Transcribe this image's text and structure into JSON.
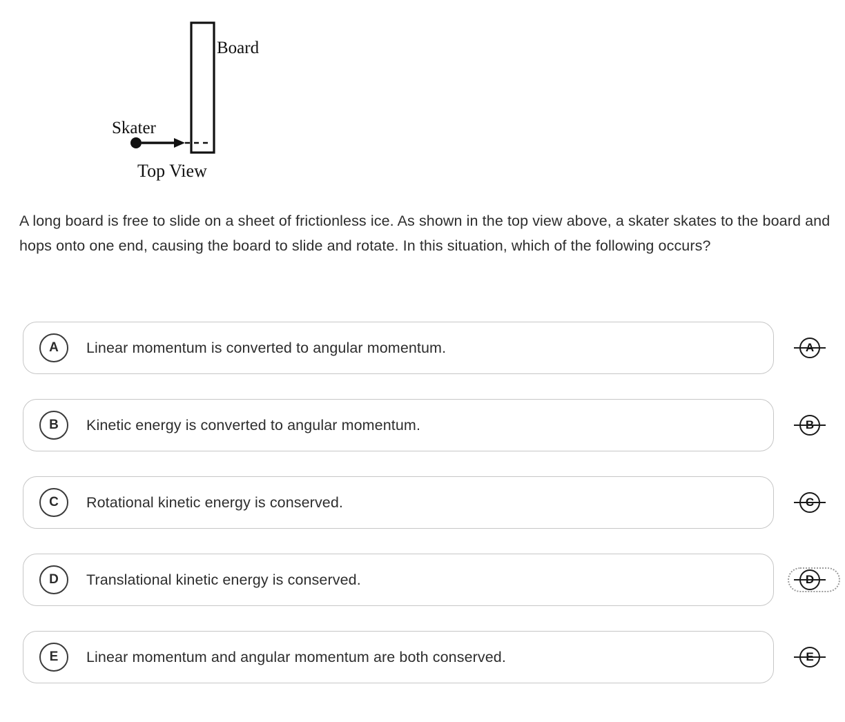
{
  "figure": {
    "board_label": "Board",
    "skater_label": "Skater",
    "caption": "Top View"
  },
  "question": {
    "stem": "A long board is free to slide on a sheet of frictionless ice. As shown in the top view above, a skater skates to the board and hops onto one end, causing the board to slide and rotate. In this situation, which of the following occurs?"
  },
  "choices": [
    {
      "letter": "A",
      "text": "Linear momentum is converted to angular momentum.",
      "eliminator_letter": "A",
      "eliminated": true,
      "focused": false
    },
    {
      "letter": "B",
      "text": "Kinetic energy is converted to angular momentum.",
      "eliminator_letter": "B",
      "eliminated": true,
      "focused": false
    },
    {
      "letter": "C",
      "text": "Rotational kinetic energy is conserved.",
      "eliminator_letter": "C",
      "eliminated": true,
      "focused": false
    },
    {
      "letter": "D",
      "text": "Translational kinetic energy is conserved.",
      "eliminator_letter": "D",
      "eliminated": true,
      "focused": true
    },
    {
      "letter": "E",
      "text": "Linear momentum and angular momentum are both conserved.",
      "eliminator_letter": "E",
      "eliminated": true,
      "focused": false
    }
  ],
  "colors": {
    "background": "#ffffff",
    "text": "#2d2d2d",
    "card_border": "#c6c6c6",
    "marker_stroke": "#1a1a1a",
    "focus_ring": "#9a9a9a"
  }
}
